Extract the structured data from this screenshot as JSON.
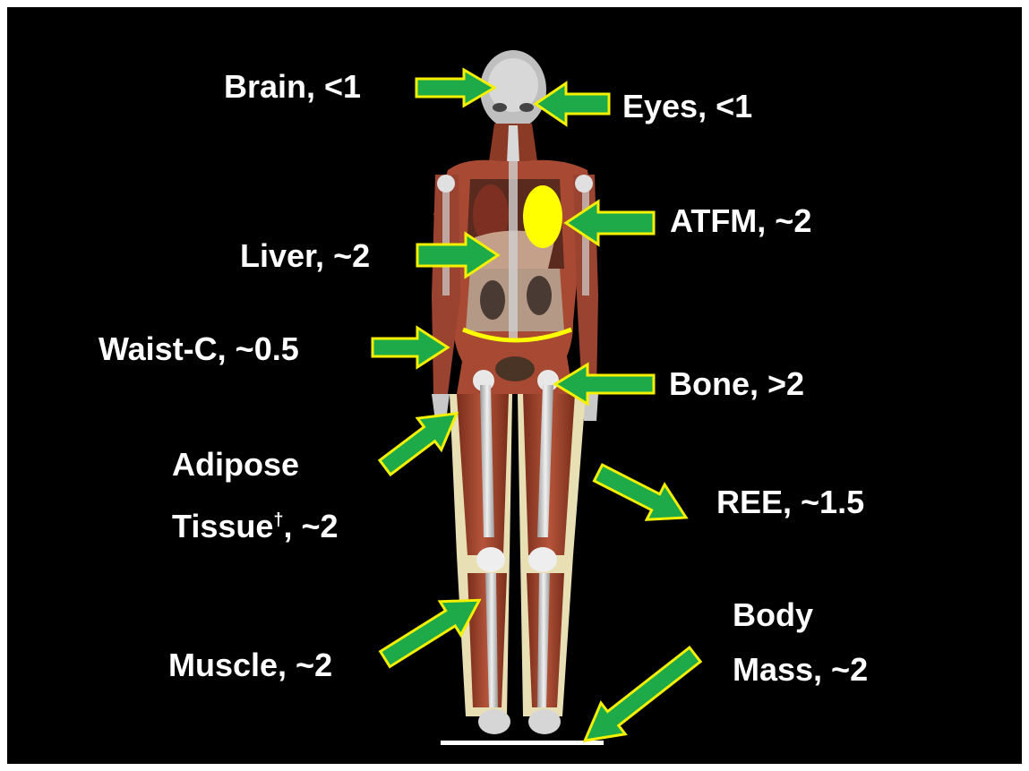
{
  "colors": {
    "background": "#000000",
    "arrow_fill": "#1faa4a",
    "arrow_stroke": "#f4f000",
    "highlight": "#ffff00",
    "text": "#ffffff"
  },
  "labels": {
    "brain": "Brain, <1",
    "eyes": "Eyes, <1",
    "atfm": "ATFM, ~2",
    "liver": "Liver, ~2",
    "waist": "Waist-C, ~0.5",
    "bone": "Bone, >2",
    "adipose_line1": "Adipose",
    "adipose_line2": "Tissue",
    "adipose_sup": "†",
    "adipose_value": ", ~2",
    "ree": "REE, ~1.5",
    "muscle": "Muscle, ~2",
    "body_line1": "Body",
    "body_line2": "Mass, ~2"
  },
  "icons": {
    "figure": "anatomical-body-figure",
    "arrow": "green-arrow-icon"
  }
}
